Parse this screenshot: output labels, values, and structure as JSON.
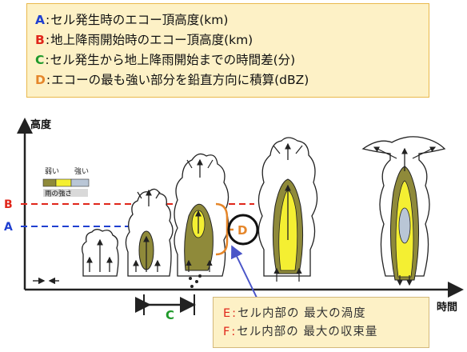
{
  "legend": {
    "rows": [
      {
        "key": "A",
        "text": "セル発生時のエコー頂高度(km)",
        "color": "#1f3fd0"
      },
      {
        "key": "B",
        "text": "地上降雨開始時のエコー頂高度(km)",
        "color": "#e0261a"
      },
      {
        "key": "C",
        "text": "セル発生から地上降雨開始までの時間差(分)",
        "color": "#1f9a2a"
      },
      {
        "key": "D",
        "text": "エコーの最も強い部分を鉛直方向に積算(dBZ)",
        "color": "#e5862a"
      }
    ],
    "separator": ":"
  },
  "ef_box": {
    "rows": [
      {
        "key": "E",
        "text": "セル内部の 最大の渦度"
      },
      {
        "key": "F",
        "text": "セル内部の 最大の収束量"
      }
    ],
    "separator": ":",
    "text_color": "#e0261a"
  },
  "diagram": {
    "y_axis_label": "高度",
    "x_axis_label": "時間",
    "level_b_label": "B",
    "level_a_label": "A",
    "level_b_color": "#e0261a",
    "level_a_color": "#1f3fd0",
    "interval_label": "C",
    "interval_color": "#1f9a2a",
    "marker_label": "D",
    "marker_color": "#e5862a",
    "intensity_legend": {
      "weak_label": "弱い",
      "strong_label": "強い",
      "caption": "雨の強さ"
    },
    "colors": {
      "cloud_fill": "#ffffff",
      "cloud_stroke": "#222222",
      "rain_dark": "#8f8a3a",
      "rain_yellow": "#f4ef32",
      "rain_core": "#b9c6d6",
      "pointer": "#4a55c8"
    }
  }
}
